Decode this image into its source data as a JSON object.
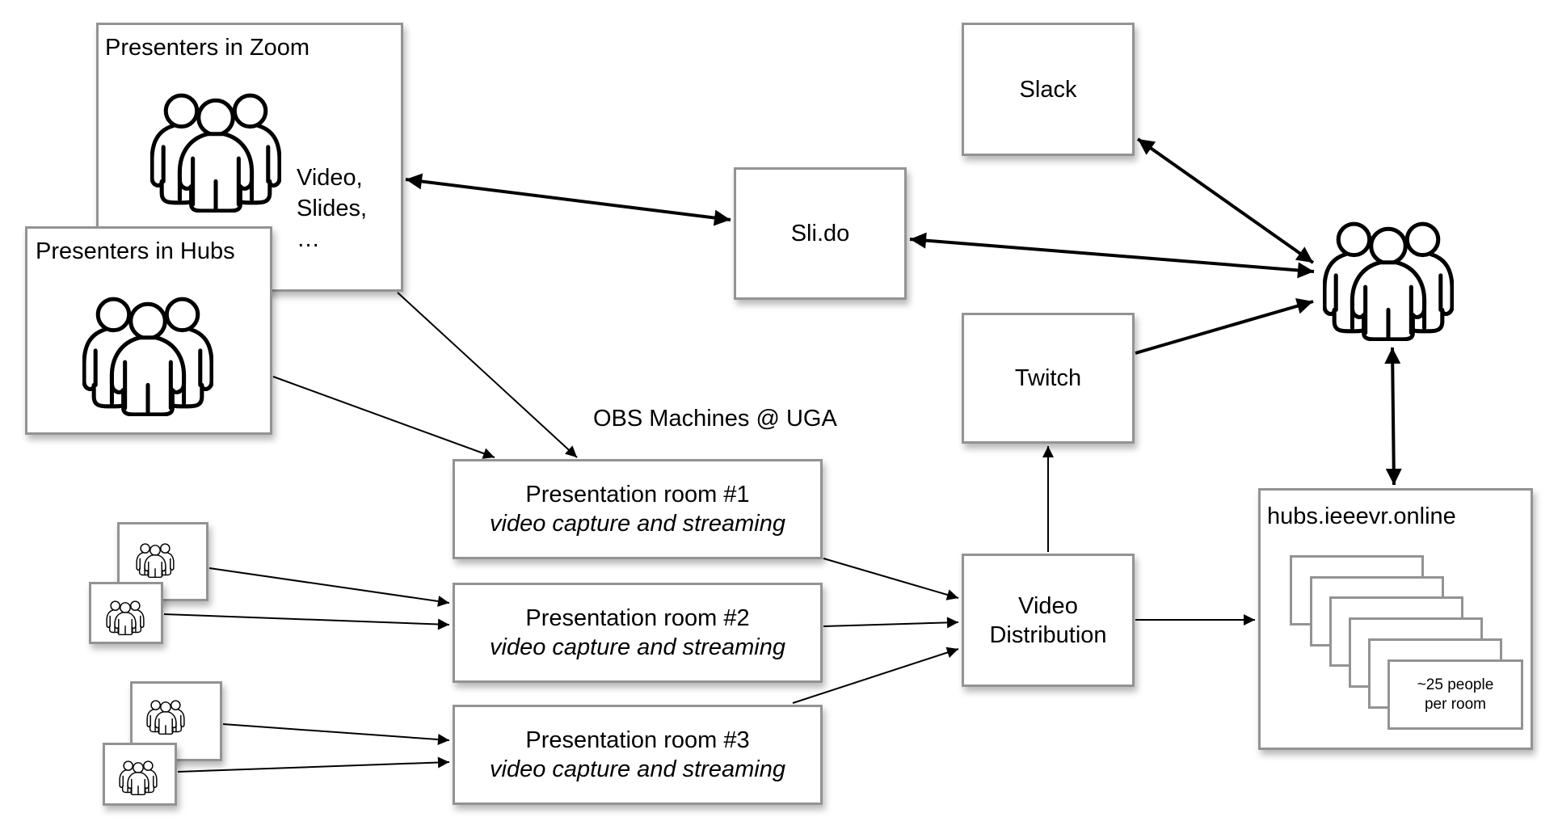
{
  "diagram": {
    "nodes": {
      "presenters_zoom": {
        "title": "Presenters in Zoom",
        "note_lines": [
          "Video,",
          "Slides,",
          "…"
        ]
      },
      "presenters_hubs": {
        "title": "Presenters in Hubs"
      },
      "slido": {
        "label": "Sli.do"
      },
      "slack": {
        "label": "Slack"
      },
      "twitch": {
        "label": "Twitch"
      },
      "obs_label": "OBS Machines @ UGA",
      "rooms": [
        {
          "title": "Presentation room #1",
          "subtitle": "video capture and streaming"
        },
        {
          "title": "Presentation room #2",
          "subtitle": "video capture and streaming"
        },
        {
          "title": "Presentation room #3",
          "subtitle": "video capture and streaming"
        }
      ],
      "video_distribution": {
        "line1": "Video",
        "line2": "Distribution"
      },
      "hubs_online": {
        "title": "hubs.ieeevr.online",
        "room_note_line1": "~25 people",
        "room_note_line2": "per room"
      }
    },
    "icons": {
      "people": "people-group-icon"
    },
    "edges": [
      {
        "from": "presenters_zoom",
        "to": "slido",
        "direction": "both"
      },
      {
        "from": "slido",
        "to": "audience",
        "direction": "both"
      },
      {
        "from": "slack",
        "to": "audience",
        "direction": "both"
      },
      {
        "from": "twitch",
        "to": "audience",
        "direction": "forward"
      },
      {
        "from": "audience",
        "to": "hubs_online",
        "direction": "both"
      },
      {
        "from": "presenters_zoom",
        "to": "room1",
        "direction": "forward"
      },
      {
        "from": "presenters_hubs",
        "to": "room1",
        "direction": "forward"
      },
      {
        "from": "remote_presenter_a",
        "to": "room2",
        "direction": "forward"
      },
      {
        "from": "remote_presenter_b",
        "to": "room2",
        "direction": "forward"
      },
      {
        "from": "remote_presenter_c",
        "to": "room3",
        "direction": "forward"
      },
      {
        "from": "remote_presenter_d",
        "to": "room3",
        "direction": "forward"
      },
      {
        "from": "room1",
        "to": "video_distribution",
        "direction": "forward"
      },
      {
        "from": "room2",
        "to": "video_distribution",
        "direction": "forward"
      },
      {
        "from": "room3",
        "to": "video_distribution",
        "direction": "forward"
      },
      {
        "from": "video_distribution",
        "to": "twitch",
        "direction": "forward"
      },
      {
        "from": "video_distribution",
        "to": "hubs_online",
        "direction": "forward"
      }
    ]
  }
}
